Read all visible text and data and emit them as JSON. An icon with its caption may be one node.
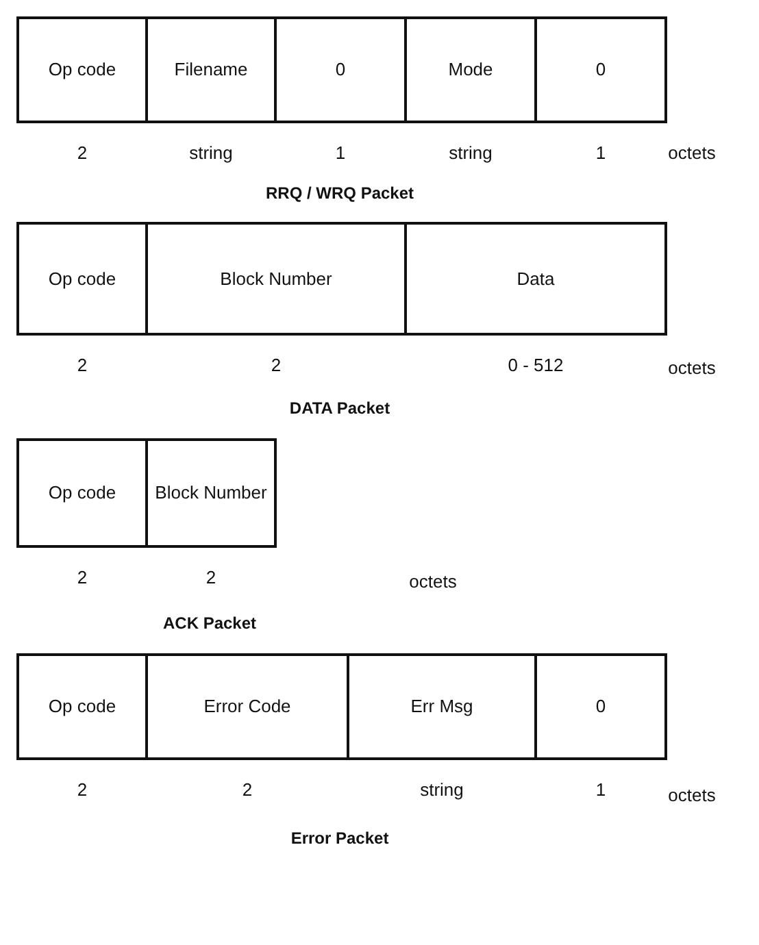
{
  "diagram": {
    "nodes": [
      {
        "text": [
          "Op code"
        ],
        "beside": [
          "2"
        ]
      },
      {
        "text": [
          "Filename"
        ],
        "beside": [
          "string"
        ]
      },
      {
        "text": [
          "0"
        ],
        "beside": [
          "1"
        ]
      },
      {
        "text": [
          "Mode"
        ],
        "beside": [
          "string"
        ]
      },
      {
        "text": [
          "0"
        ],
        "beside": [
          "1"
        ]
      },
      {
        "text": [
          "Op code"
        ],
        "beside": [
          "2"
        ]
      },
      {
        "text": [
          "Block Number"
        ],
        "beside": [
          "2"
        ]
      },
      {
        "text": [
          "Data"
        ],
        "beside": [
          "0 - 512"
        ]
      },
      {
        "text": [
          "Op code"
        ],
        "beside": [
          "2"
        ]
      },
      {
        "text": [
          "Block Number"
        ],
        "beside": [
          "2"
        ]
      },
      {
        "text": [
          "Op code"
        ],
        "beside": [
          "2"
        ]
      },
      {
        "text": [
          "Error Code"
        ],
        "beside": [
          "2"
        ]
      },
      {
        "text": [
          "Err Msg"
        ],
        "beside": [
          "string"
        ]
      },
      {
        "text": [
          "0"
        ],
        "beside": [
          "1"
        ]
      }
    ],
    "labels": [
      "octets",
      "RRQ / WRQ Packet",
      "octets",
      "DATA Packet",
      "octets",
      "ACK Packet",
      "octets",
      "Error Packet"
    ]
  }
}
